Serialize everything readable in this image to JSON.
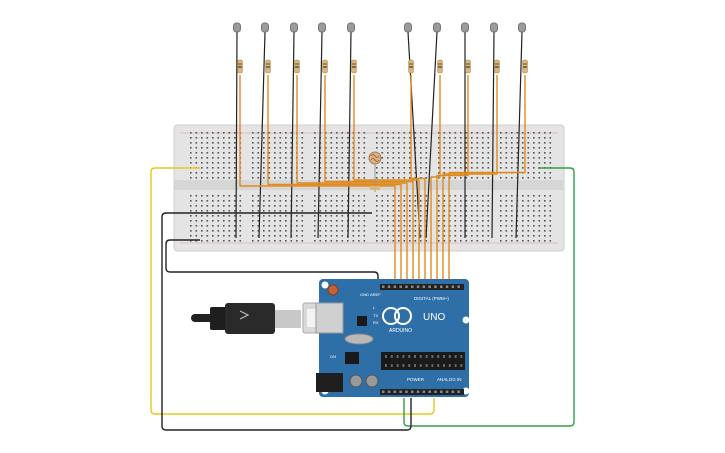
{
  "board": {
    "brand": "ARDUINO",
    "model": "UNO",
    "digital_header": "DIGITAL (PWM~)",
    "power_label": "POWER",
    "analog_label": "ANALOG IN",
    "tx_label": "TX",
    "rx_label": "RX",
    "l_label": "L",
    "aref_label": "AREF",
    "gnd_label": "GND",
    "on_label": "ON"
  },
  "colors": {
    "board": "#2f6fa8",
    "breadboard": "#e3e3e3",
    "wire_orange": "#e08a1e",
    "wire_black": "#222222",
    "wire_yellow": "#e6c81c",
    "wire_green": "#2ea043",
    "led": "#9a9a9a",
    "resistor": "#d8b878"
  },
  "components": {
    "led_count": 10,
    "resistor_count": 10,
    "photoresistor": "photoresistor",
    "usb": "usb-cable"
  }
}
